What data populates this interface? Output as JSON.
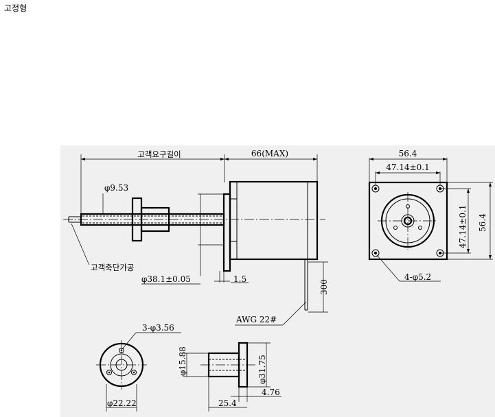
{
  "page": {
    "title": "고정형"
  },
  "drawing": {
    "labels": {
      "customer_length": "고객요구길이",
      "max_length": "66(MAX)",
      "lead_screw_dia": "φ9.53",
      "customer_shaft_machining": "고객축단가공",
      "pilot_dia": "φ38.1±0.05",
      "pilot_height": "1.5",
      "frame_width_top": "56.4",
      "hole_pitch_horizontal": "47.14±0.1",
      "hole_pitch_vertical": "47.14±0.1",
      "frame_width_side": "56.4",
      "mount_holes": "4-φ5.2",
      "lead_wire_length": "300",
      "lead_wire_gauge": "AWG 22#",
      "nut_holes": "3-φ3.56",
      "nut_pitch_dia": "φ22.22",
      "nut_body_dia": "φ15.88",
      "nut_flange_dia": "φ31.75",
      "nut_flange_thickness": "4.76",
      "nut_length": "25.4"
    }
  }
}
